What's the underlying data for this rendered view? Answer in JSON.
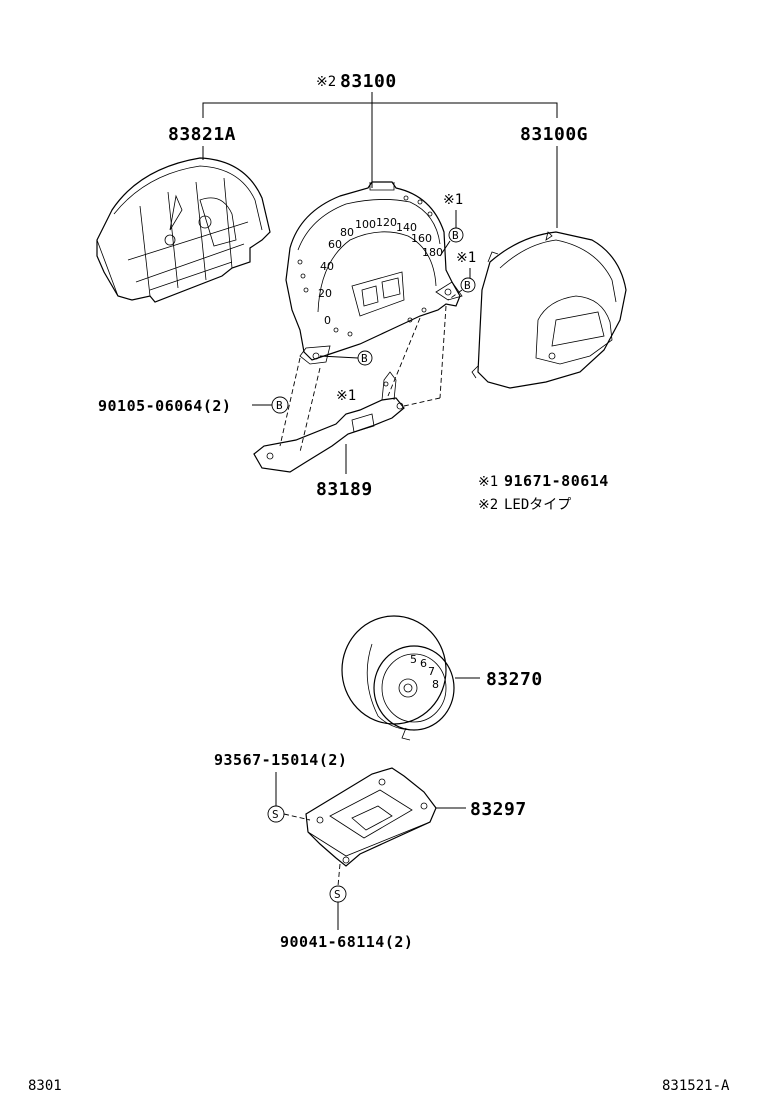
{
  "labels": {
    "main_assembly": "83100",
    "main_assembly_mark": "※2",
    "rear_case": "83821A",
    "front_cover": "83100G",
    "bracket": "83189",
    "screw_b": "90105-06064(2)",
    "tachometer": "83270",
    "tach_bracket": "83297",
    "screw_s_upper": "93567-15014(2)",
    "screw_s_lower": "90041-68114(2)"
  },
  "callouts": {
    "b": "B",
    "s": "S",
    "mark1": "※1"
  },
  "notes": {
    "note1_mark": "※1",
    "note1_text": "91671-80614",
    "note2_mark": "※2",
    "note2_text": "LEDタイプ"
  },
  "dial_numbers": [
    "0",
    "20",
    "40",
    "60",
    "80",
    "100",
    "120",
    "140",
    "160",
    "180"
  ],
  "tach_numbers": [
    "5",
    "6",
    "7",
    "8"
  ],
  "footer": {
    "left_code": "8301",
    "right_code": "831521-A"
  }
}
